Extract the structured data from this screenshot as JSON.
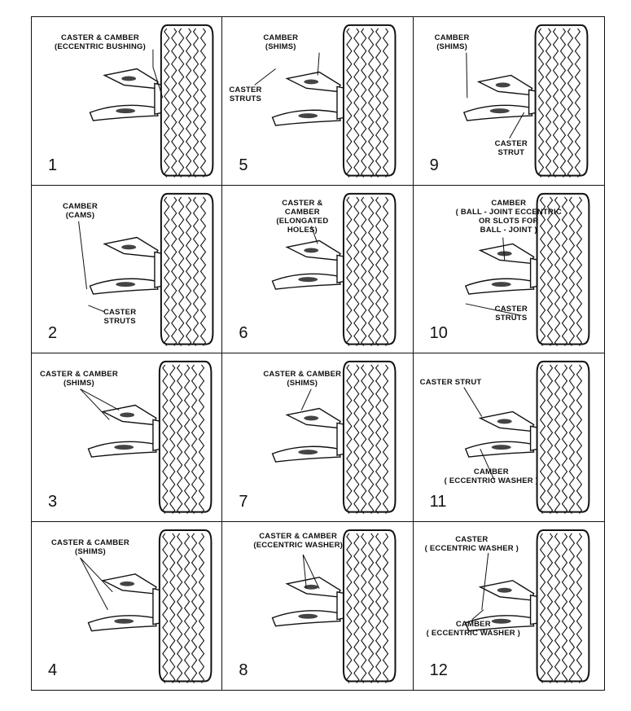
{
  "panels": [
    {
      "number": "1",
      "labels": [
        "CASTER & CAMBER\n(ECCENTRIC BUSHING)"
      ]
    },
    {
      "number": "5",
      "labels": [
        "CAMBER\n(SHIMS)",
        "CASTER\nSTRUTS"
      ]
    },
    {
      "number": "9",
      "labels": [
        "CAMBER\n(SHIMS)",
        "CASTER\nSTRUT"
      ]
    },
    {
      "number": "2",
      "labels": [
        "CAMBER\n(CAMS)",
        "CASTER\nSTRUTS"
      ]
    },
    {
      "number": "6",
      "labels": [
        "CASTER &\nCAMBER\n(ELONGATED\nHOLES)"
      ]
    },
    {
      "number": "10",
      "labels": [
        "CAMBER\n( BALL - JOINT ECCENTRIC\nOR SLOTS FOR\nBALL - JOINT )",
        "CASTER\nSTRUTS"
      ]
    },
    {
      "number": "3",
      "labels": [
        "CASTER & CAMBER\n(SHIMS)"
      ]
    },
    {
      "number": "7",
      "labels": [
        "CASTER & CAMBER\n(SHIMS)"
      ]
    },
    {
      "number": "11",
      "labels": [
        "CASTER STRUT",
        "CAMBER\n( ECCENTRIC WASHER )"
      ]
    },
    {
      "number": "4",
      "labels": [
        "CASTER & CAMBER\n(SHIMS)"
      ]
    },
    {
      "number": "8",
      "labels": [
        "CASTER & CAMBER\n(ECCENTRIC WASHER)"
      ]
    },
    {
      "number": "12",
      "labels": [
        "CASTER\n( ECCENTRIC WASHER )",
        "CAMBER\n( ECCENTRIC WASHER )"
      ]
    }
  ]
}
